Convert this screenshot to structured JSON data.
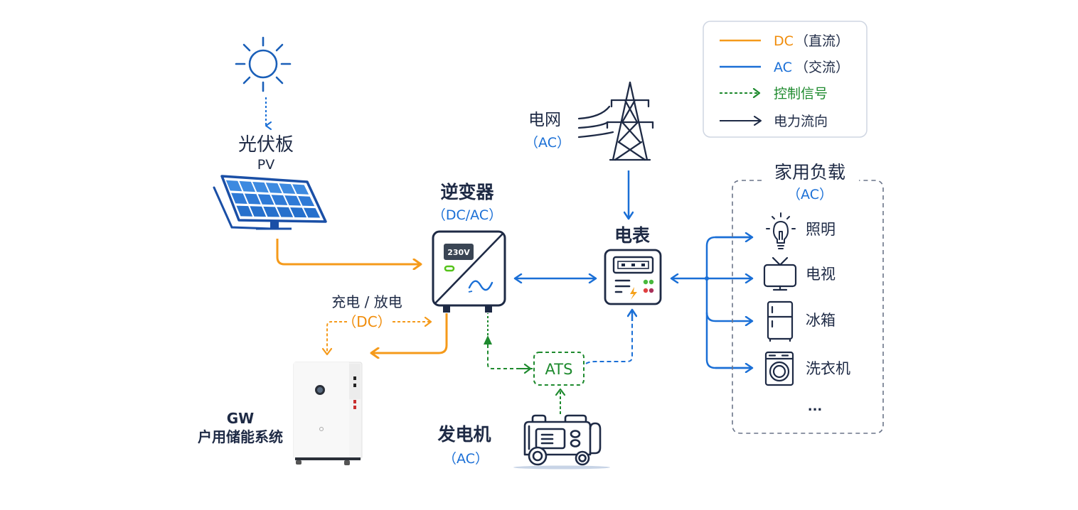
{
  "colors": {
    "dc": "#f59a1a",
    "ac": "#1a6fd6",
    "control": "#1e8a2e",
    "power_flow": "#1e2a45",
    "text_dark": "#1e2a45"
  },
  "legend": {
    "items": [
      {
        "label_main": "DC",
        "label_sub": "（直流）",
        "style": "dc-solid-line"
      },
      {
        "label_main": "AC",
        "label_sub": "（交流）",
        "style": "ac-solid-line"
      },
      {
        "label_main": "控制信号",
        "label_sub": "",
        "style": "control-dashed-arrow"
      },
      {
        "label_main": "电力流向",
        "label_sub": "",
        "style": "power-flow-arrow"
      }
    ]
  },
  "nodes": {
    "sun": {
      "icon": "sun-icon"
    },
    "pv": {
      "title": "光伏板",
      "subtitle": "PV",
      "icon": "solar-panel-icon"
    },
    "grid": {
      "title": "电网",
      "subtitle": "（AC）",
      "icon": "power-tower-icon"
    },
    "inverter": {
      "title": "逆变器",
      "subtitle": "（DC/AC）",
      "display": "230V",
      "icon": "inverter-icon"
    },
    "meter": {
      "title": "电表",
      "icon": "electric-meter-icon"
    },
    "battery": {
      "title": "GW",
      "subtitle": "户用储能系统",
      "icon": "battery-storage-icon"
    },
    "charge": {
      "title": "充电 / 放电",
      "subtitle": "（DC）"
    },
    "ats": {
      "label": "ATS"
    },
    "generator": {
      "title": "发电机",
      "subtitle": "（AC）",
      "icon": "generator-icon"
    },
    "loads": {
      "title": "家用负载",
      "subtitle": "（AC）",
      "items": [
        {
          "label": "照明",
          "icon": "light-bulb-icon"
        },
        {
          "label": "电视",
          "icon": "tv-icon"
        },
        {
          "label": "冰箱",
          "icon": "fridge-icon"
        },
        {
          "label": "洗衣机",
          "icon": "washing-machine-icon"
        }
      ],
      "more": "..."
    }
  }
}
